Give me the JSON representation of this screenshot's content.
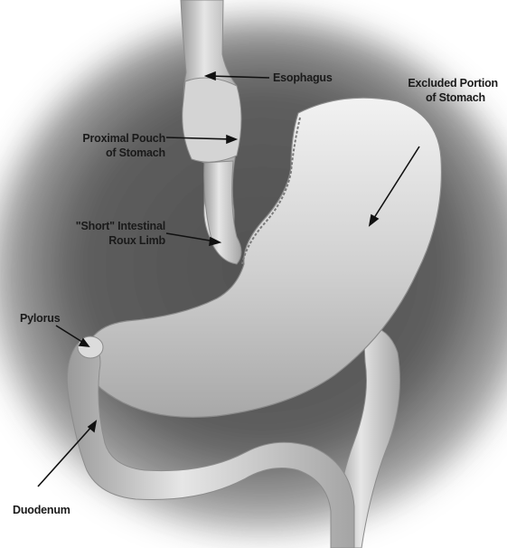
{
  "labels": {
    "esophagus": "Esophagus",
    "excluded_line1": "Excluded Portion",
    "excluded_line2": "of Stomach",
    "pouch_line1": "Proximal Pouch",
    "pouch_line2": "of Stomach",
    "roux_line1": "\"Short\" Intestinal",
    "roux_line2": "Roux Limb",
    "pylorus": "Pylorus",
    "duodenum": "Duodenum"
  }
}
